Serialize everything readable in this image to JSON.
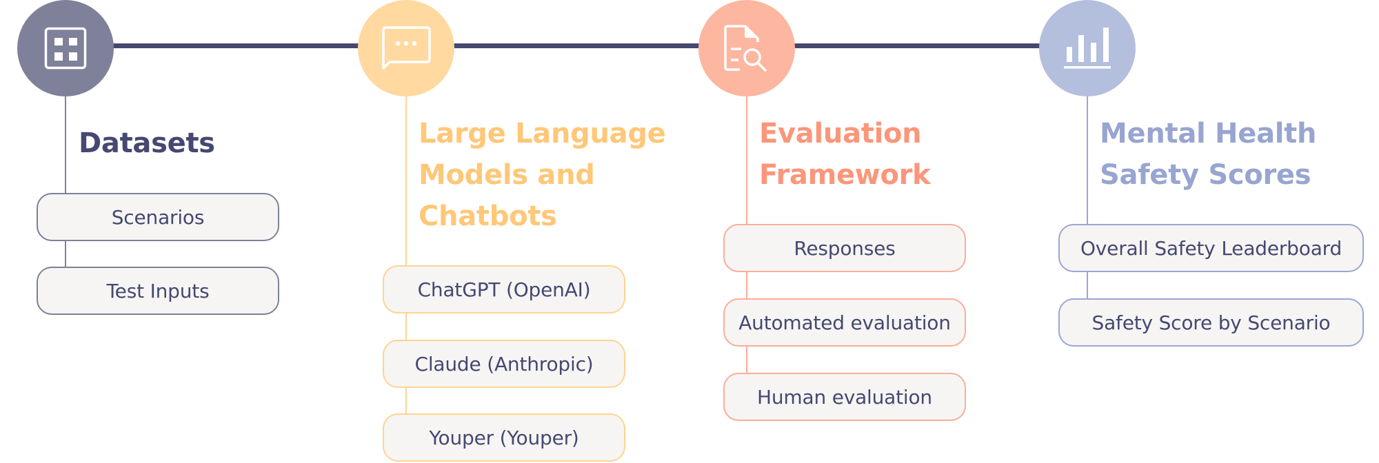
{
  "colors": {
    "connector": "#464870",
    "box_fill": "#F6F5F4",
    "box_text": "#454870"
  },
  "stages": [
    {
      "title_lines": [
        "Datasets"
      ],
      "icon": "grid-icon",
      "circle_color": "#7F8099",
      "title_color": "#454870",
      "line_color": "#7F8099",
      "items": [
        "Scenarios",
        "Test Inputs"
      ]
    },
    {
      "title_lines": [
        "Large Language",
        "Models and",
        "Chatbots"
      ],
      "icon": "chat-bubble-icon",
      "circle_color": "#FFD9A0",
      "title_color": "#FFC778",
      "line_color": "#FFD48F",
      "items": [
        "ChatGPT (OpenAI)",
        "Claude (Anthropic)",
        "Youper (Youper)"
      ]
    },
    {
      "title_lines": [
        "Evaluation",
        "Framework"
      ],
      "icon": "document-search-icon",
      "circle_color": "#FDB6A0",
      "title_color": "#FC967A",
      "line_color": "#FCAD98",
      "items": [
        "Responses",
        "Automated evaluation",
        "Human evaluation"
      ]
    },
    {
      "title_lines": [
        "Mental Health",
        "Safety Scores"
      ],
      "icon": "bar-chart-icon",
      "circle_color": "#B4BFDD",
      "title_color": "#98A5D0",
      "line_color": "#9BA6D2",
      "items": [
        "Overall Safety Leaderboard",
        "Safety Score by Scenario"
      ]
    }
  ]
}
